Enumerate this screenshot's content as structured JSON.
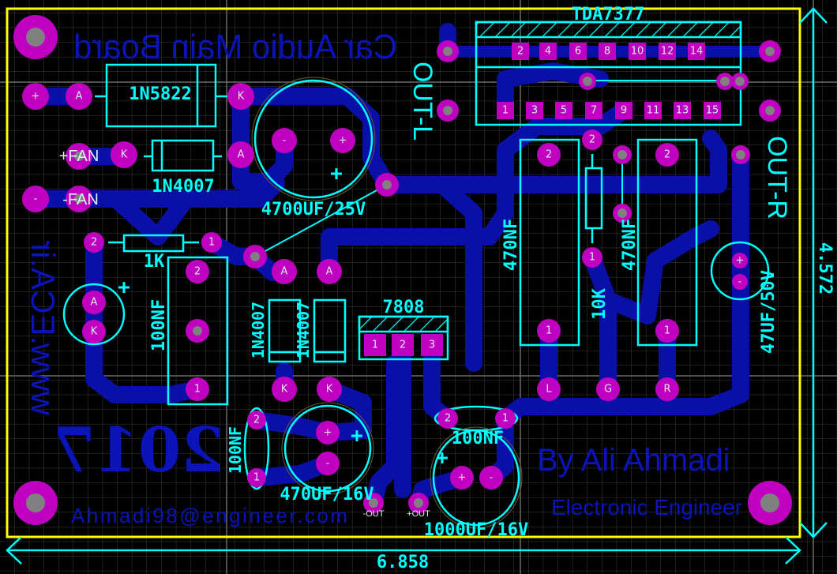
{
  "board": {
    "title": "Car Audio Main Board",
    "year": "2017",
    "author": "By Ali Ahmadi",
    "profession": "Electronic Engineer",
    "email": "Ahmadi98@engineer.com",
    "website": "www.ECA.ir",
    "width_dim": "6.858",
    "height_dim": "4.572"
  },
  "components": {
    "d1": "1N5822",
    "d2": "1N4007",
    "d3": "1N4007",
    "d4": "1N4007",
    "c_main": "4700UF/25V",
    "r1": "1K",
    "c1": "100NF",
    "reg": "7808",
    "amp": "TDA7377",
    "c_l": "470NF",
    "c_r": "470NF",
    "r2": "10K",
    "c_out": "47UF/50V",
    "c2": "100NF",
    "c3": "470UF/16V",
    "c4": "100NF",
    "c5": "1000UF/16V",
    "out_l": "OUT-L",
    "out_r": "OUT-R",
    "fan_plus": "+FAN",
    "fan_minus": "-FAN",
    "out_minus": "-OUT",
    "out_plus": "+OUT",
    "plus_mark": "+"
  },
  "pads": {
    "plus": "+",
    "minus": "-",
    "A": "A",
    "K": "K",
    "L": "L",
    "G": "G",
    "R": "R",
    "n1": "1",
    "n2": "2",
    "n3": "3",
    "n4": "4",
    "n5": "5",
    "n6": "6",
    "n7": "7",
    "n8": "8",
    "n9": "9",
    "n10": "10",
    "n11": "11",
    "n12": "12",
    "n13": "13",
    "n14": "14",
    "n15": "15"
  },
  "colors": {
    "board_outline": "#ffff00",
    "silkscreen": "#00ffff",
    "copper": "#0a0fa8",
    "pad": "#c000c0",
    "hole": "#808080"
  }
}
